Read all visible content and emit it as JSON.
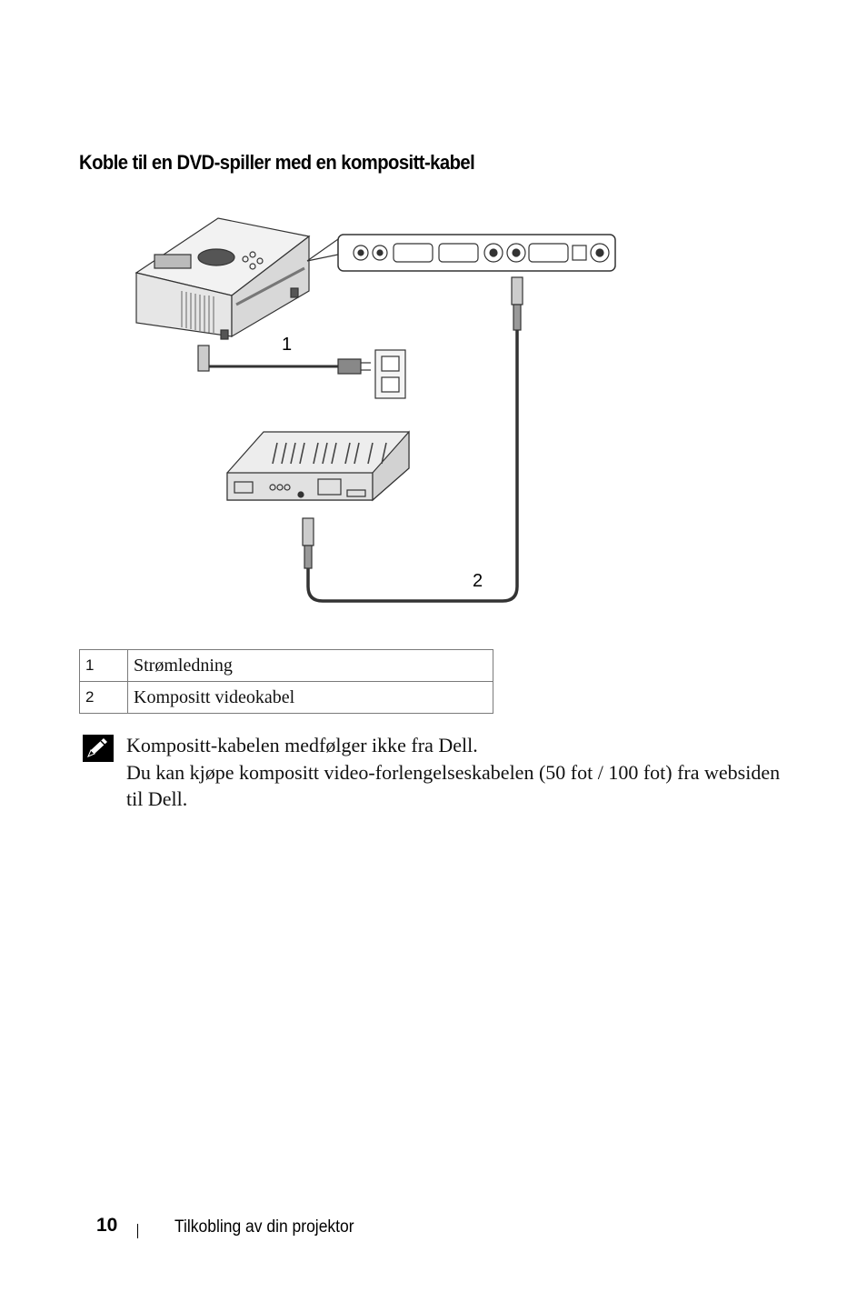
{
  "heading": "Koble til en DVD-spiller med en kompositt-kabel",
  "figure": {
    "callouts": [
      "1",
      "2"
    ]
  },
  "legend": [
    {
      "num": "1",
      "label": "Strømledning"
    },
    {
      "num": "2",
      "label": "Kompositt videokabel"
    }
  ],
  "note": {
    "icon": "pencil-note-icon",
    "line1": "Kompositt-kabelen medfølger ikke fra Dell.",
    "line2": "Du kan kjøpe kompositt video-forlengelseskabelen (50 fot / 100 fot) fra websiden til Dell."
  },
  "footer": {
    "page_number": "10",
    "title": "Tilkobling av din projektor"
  }
}
